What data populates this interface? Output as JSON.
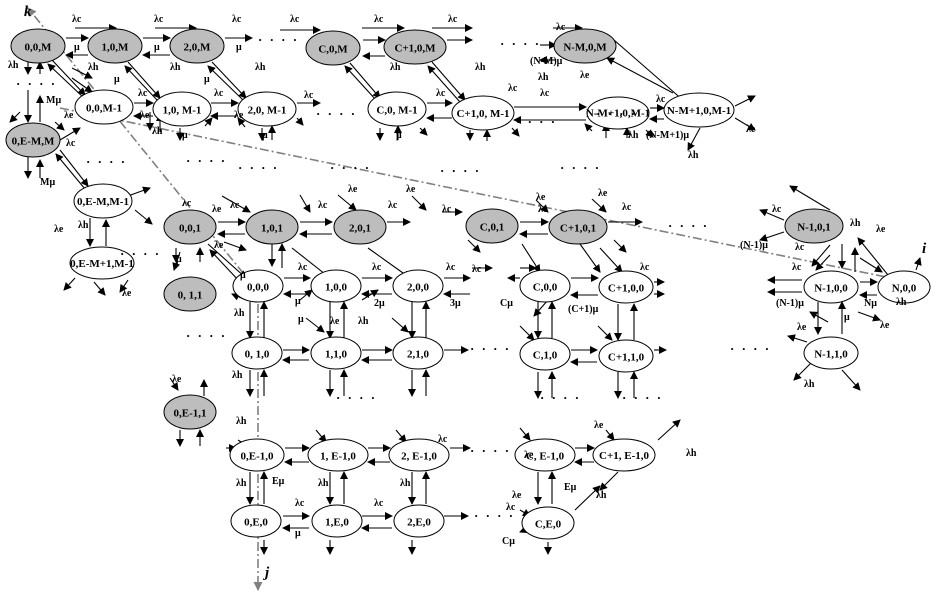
{
  "colors": {
    "background": "#ffffff",
    "stroke": "#000000",
    "node_shaded": "#bdbdbd",
    "node_light": "#ffffff",
    "axis": "#808080"
  },
  "axes": {
    "i": "i",
    "j": "j",
    "k": "k"
  },
  "dots": "· · · ·",
  "nodes": [
    {
      "id": "n000M",
      "label": "0,0,M",
      "shaded": true
    },
    {
      "id": "n10M",
      "label": "1,0,M",
      "shaded": true
    },
    {
      "id": "n20M",
      "label": "2,0,M",
      "shaded": true
    },
    {
      "id": "nC0M",
      "label": "C,0,M",
      "shaded": true
    },
    {
      "id": "nC10M",
      "label": "C+1,0,M",
      "shaded": true
    },
    {
      "id": "nNM0M",
      "label": "N-M,0,M",
      "shaded": true
    },
    {
      "id": "n00M1",
      "label": "0,0,M-1",
      "shaded": false
    },
    {
      "id": "n10M1",
      "label": "1,0, M-1",
      "shaded": false
    },
    {
      "id": "n20M1",
      "label": "2,0, M-1",
      "shaded": false
    },
    {
      "id": "nC0M1",
      "label": "C,0, M-1",
      "shaded": false
    },
    {
      "id": "nC10M1",
      "label": "C+1,0, M-1",
      "shaded": false
    },
    {
      "id": "nNM10M1a",
      "label": "N-M+1,0,M-1",
      "shaded": false
    },
    {
      "id": "nNM10M1b",
      "label": "N-M+1,0,M-1",
      "shaded": false
    },
    {
      "id": "n0EMM",
      "label": "0,E-M,M",
      "shaded": true
    },
    {
      "id": "n0EMM1",
      "label": "0,E-M,M-1",
      "shaded": false
    },
    {
      "id": "n0EM1M1",
      "label": "0,E-M+1,M-1",
      "shaded": false
    },
    {
      "id": "n001",
      "label": "0,0,1",
      "shaded": true
    },
    {
      "id": "n101",
      "label": "1,0,1",
      "shaded": true
    },
    {
      "id": "n201",
      "label": "2,0,1",
      "shaded": true
    },
    {
      "id": "nC01",
      "label": "C,0,1",
      "shaded": true
    },
    {
      "id": "nC101",
      "label": "C+1,0,1",
      "shaded": true
    },
    {
      "id": "nN101",
      "label": "N-1,0,1",
      "shaded": true
    },
    {
      "id": "n011",
      "label": "0, 1,1",
      "shaded": true
    },
    {
      "id": "n0E11",
      "label": "0,E-1,1",
      "shaded": true
    },
    {
      "id": "n000",
      "label": "0,0,0",
      "shaded": false
    },
    {
      "id": "n100",
      "label": "1,0,0",
      "shaded": false
    },
    {
      "id": "n200",
      "label": "2,0,0",
      "shaded": false
    },
    {
      "id": "nC00",
      "label": "C,0,0",
      "shaded": false
    },
    {
      "id": "nC100",
      "label": "C+1,0,0",
      "shaded": false
    },
    {
      "id": "nN100",
      "label": "N-1,0,0",
      "shaded": false
    },
    {
      "id": "nN00",
      "label": "N,0,0",
      "shaded": false
    },
    {
      "id": "n010",
      "label": "0, 1,0",
      "shaded": false
    },
    {
      "id": "n110",
      "label": "1,1,0",
      "shaded": false
    },
    {
      "id": "n210",
      "label": "2,1,0",
      "shaded": false
    },
    {
      "id": "nC10",
      "label": "C,1,0",
      "shaded": false
    },
    {
      "id": "nC110",
      "label": "C+1,1,0",
      "shaded": false
    },
    {
      "id": "nN110",
      "label": "N-1,1,0",
      "shaded": false
    },
    {
      "id": "n0E10",
      "label": "0,E-1,0",
      "shaded": false
    },
    {
      "id": "n1E10",
      "label": "1, E-1,0",
      "shaded": false
    },
    {
      "id": "n2E10",
      "label": "2, E-1,0",
      "shaded": false
    },
    {
      "id": "nCE10",
      "label": "C, E-1,0",
      "shaded": false
    },
    {
      "id": "nC1E10",
      "label": "C+1, E-1,0",
      "shaded": false
    },
    {
      "id": "n0E0",
      "label": "0,E,0",
      "shaded": false
    },
    {
      "id": "n1E0",
      "label": "1,E,0",
      "shaded": false
    },
    {
      "id": "n2E0",
      "label": "2,E,0",
      "shaded": false
    },
    {
      "id": "nCE0",
      "label": "C,E,0",
      "shaded": false
    }
  ],
  "rates": [
    "λc",
    "λc",
    "λc",
    "λc",
    "λc",
    "λc",
    "λc",
    "μ",
    "μ",
    "μ",
    "(N-M)μ",
    "λh",
    "λh",
    "λh",
    "λh",
    "λh",
    "λh",
    "λh",
    "Mμ",
    "μ",
    "μ",
    "λc",
    "λc",
    "λe",
    "λe",
    "λe",
    "λc",
    "λc",
    "λc",
    "λc",
    "λc",
    "λh",
    "λh",
    "μ",
    "μ",
    "μ",
    "(N-M+1)μ",
    "λe",
    "λh",
    "λe",
    "Mμ",
    "λh",
    "λc",
    "λe",
    "λe",
    "λe",
    "λc",
    "λc",
    "λc",
    "λc",
    "λc",
    "λc",
    "λc",
    "λe",
    "λe",
    "λe",
    "λe",
    "λe",
    "μ",
    "μ",
    "λc",
    "λc",
    "λe",
    "λh",
    "(N-1)μ",
    "λc",
    "λe",
    "(N-1)μ",
    "Nμ",
    "μ",
    "λe",
    "λh",
    "λh",
    "λc",
    "λc",
    "λc",
    "λc",
    "λc",
    "μ",
    "2μ",
    "3μ",
    "Cμ",
    "(C+1)μ",
    "λh",
    "μ",
    "λe",
    "λh",
    "λh",
    "λh",
    "Eμ",
    "λh",
    "λh",
    "λh",
    "λe",
    "Eμ",
    "λh",
    "λh",
    "λc",
    "λc",
    "λc",
    "μ",
    "Cμ",
    "λe",
    "λe",
    "λc",
    "λe"
  ]
}
